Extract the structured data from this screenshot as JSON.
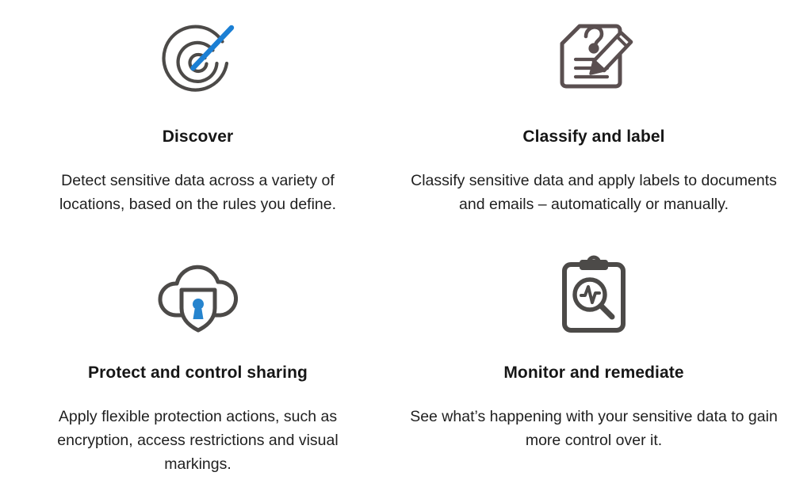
{
  "page": {
    "background_color": "#ffffff",
    "layout": "2x2-feature-grid"
  },
  "colors": {
    "icon_gray": "#4c4a48",
    "icon_tag_gray": "#5a4f50",
    "icon_blue": "#1b7fd4",
    "keyhole_blue": "#2684ce",
    "heading_text": "#161616",
    "body_text": "#1f1f1f"
  },
  "cards": [
    {
      "id": "discover",
      "icon": "radar-target-icon",
      "title": "Discover",
      "description": "Detect sensitive data across a variety of locations, based on the rules you define."
    },
    {
      "id": "classify-and-label",
      "icon": "tag-pencil-icon",
      "title": "Classify and label",
      "description": "Classify sensitive data and apply labels to documents and emails – automatically or manually."
    },
    {
      "id": "protect-and-control-sharing",
      "icon": "cloud-shield-lock-icon",
      "title": "Protect and control sharing",
      "description": "Apply flexible protection actions, such as encryption, access restrictions and visual markings."
    },
    {
      "id": "monitor-and-remediate",
      "icon": "clipboard-magnifier-pulse-icon",
      "title": "Monitor and remediate",
      "description": "See what’s happening with your sensitive data to gain more control over it."
    }
  ]
}
